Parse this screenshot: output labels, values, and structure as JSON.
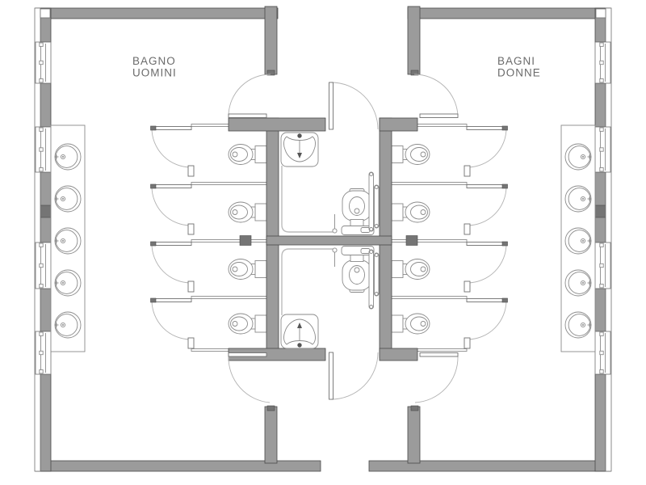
{
  "colors": {
    "wall": "#9b9b9b",
    "wall_dark": "#757575",
    "wall_edge": "#4a4a4a",
    "fixture_line": "#8a8a8a",
    "swing_line": "#b3b3b3",
    "label_text": "#6b6b6b",
    "background": "#ffffff"
  },
  "rooms": {
    "men": {
      "name": "BAGNO UOMINI",
      "label_lines": [
        "BAGNO",
        "UOMINI"
      ],
      "sink_count": 5,
      "toilet_stall_count": 4
    },
    "women": {
      "name": "BAGNI DONNE",
      "label_lines": [
        "BAGNI",
        "DONNE"
      ],
      "sink_count": 5,
      "toilet_stall_count": 4
    },
    "accessible_wcs": {
      "count": 2,
      "urinals": 2,
      "accessible_toilets": 2,
      "grab_bar_sets": 2
    }
  }
}
